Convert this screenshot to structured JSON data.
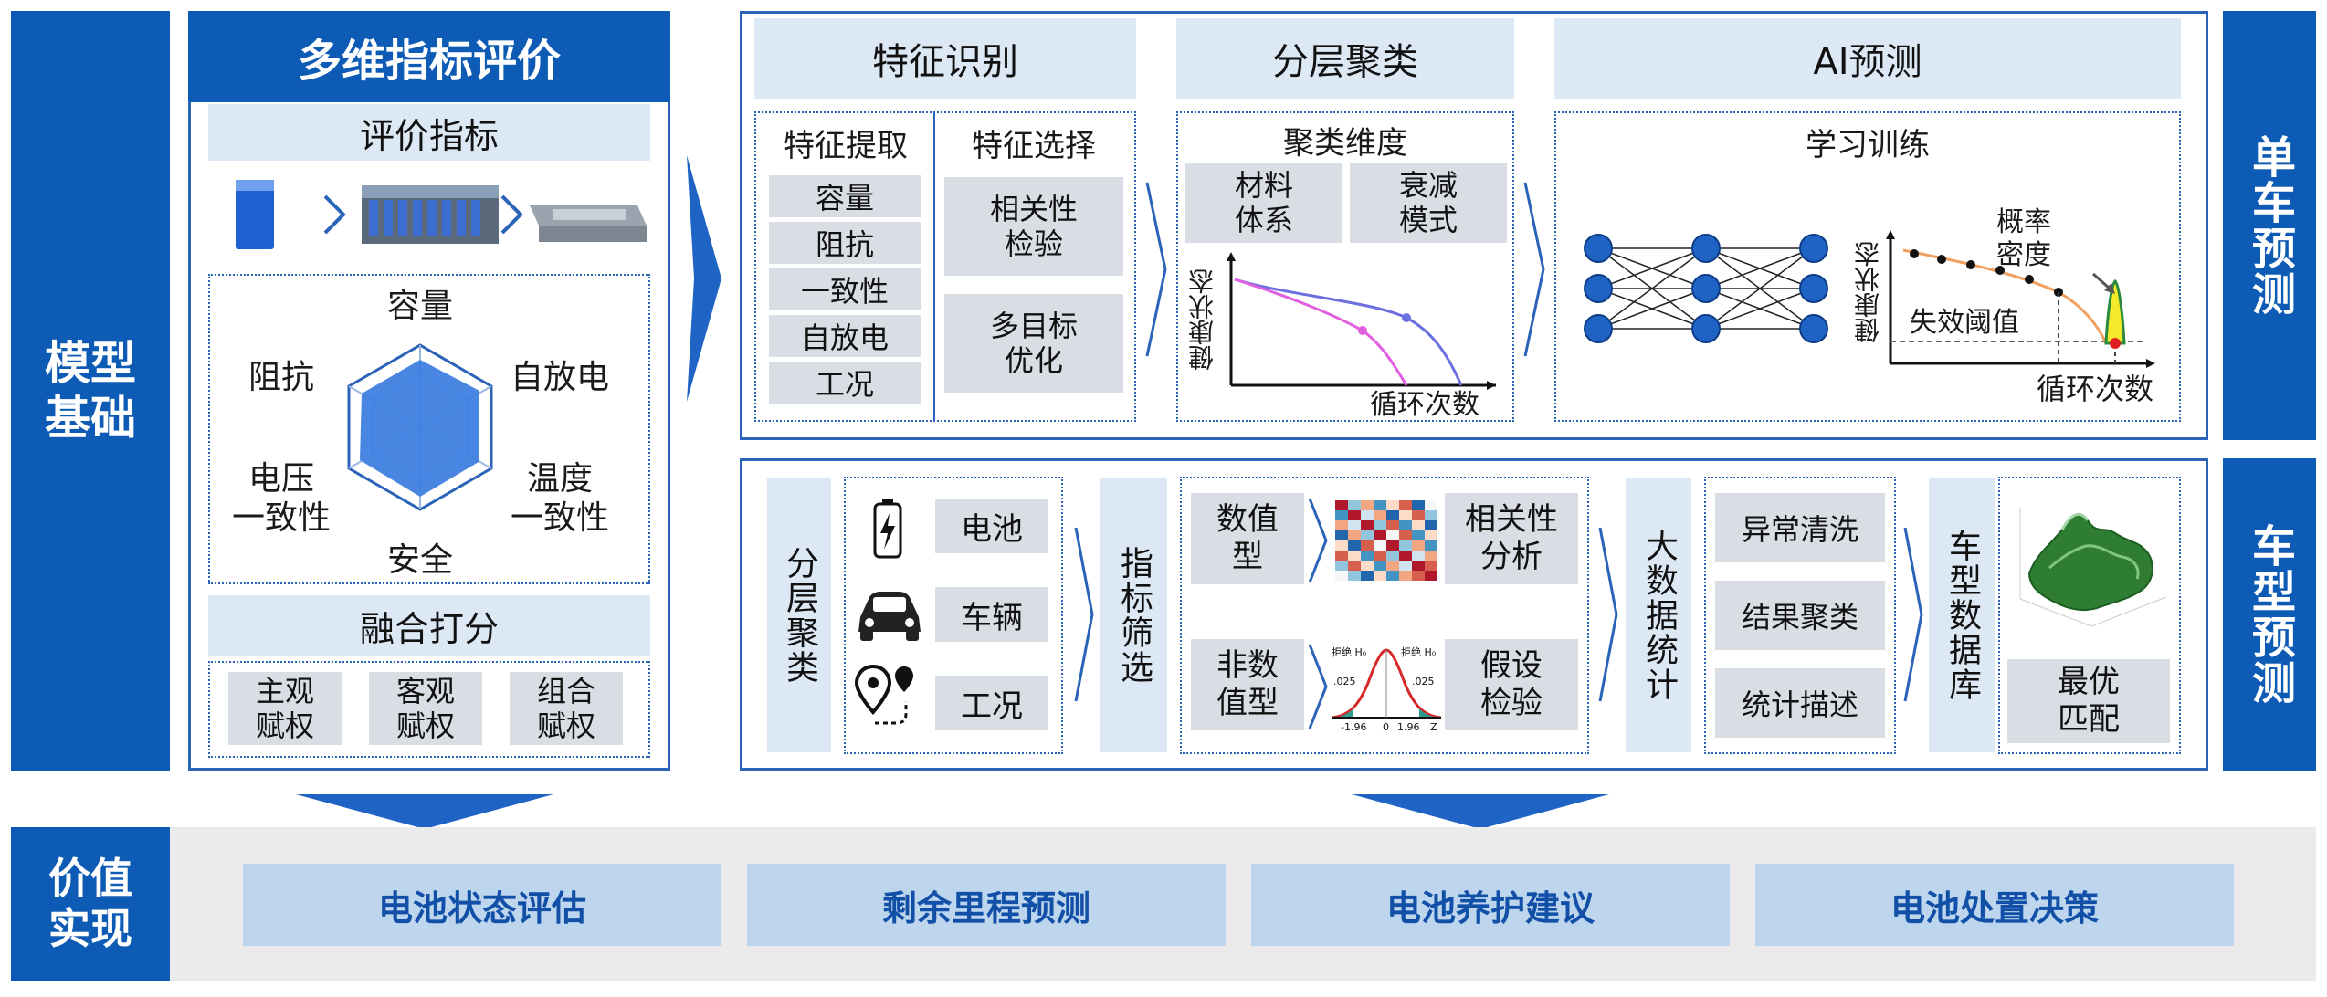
{
  "side_labels": {
    "model_basis": "模型\n基础",
    "single_vehicle": "单车预测",
    "vehicle_model": "车型预测",
    "value_realization": "价值\n实现"
  },
  "eval_panel": {
    "title": "多维指标评价",
    "indicators_header": "评价指标",
    "radar_labels": {
      "top": "容量",
      "left": "阻抗",
      "right": "自放电",
      "bottom_left": "电压\n一致性",
      "bottom_right": "温度\n一致性",
      "bottom": "安全"
    },
    "fusion_header": "融合打分",
    "weights": [
      "主观\n赋权",
      "客观\n赋权",
      "组合\n赋权"
    ]
  },
  "single_vehicle_panel": {
    "headers": [
      "特征识别",
      "分层聚类",
      "AI预测"
    ],
    "feature_extraction": {
      "title": "特征提取",
      "items": [
        "容量",
        "阻抗",
        "一致性",
        "自放电",
        "工况"
      ]
    },
    "feature_selection": {
      "title": "特征选择",
      "items": [
        "相关性\n检验",
        "多目标\n优化"
      ]
    },
    "clustering": {
      "title": "聚类维度",
      "dims": [
        "材料\n体系",
        "衰减\n模式"
      ],
      "ylabel": "健康状态",
      "xlabel": "循环次数"
    },
    "ai": {
      "title": "学习训练",
      "ylabel": "健康状态",
      "xlabel": "循环次数",
      "density_label": "概率\n密度",
      "threshold_label": "失效阈值"
    }
  },
  "vehicle_model_panel": {
    "layer_cluster": "分层聚类",
    "categories": [
      "电池",
      "车辆",
      "工况"
    ],
    "indicator_screen": "指标筛选",
    "types": [
      "数值\n型",
      "非数\n值型"
    ],
    "analyses": [
      "相关性\n分析",
      "假设\n检验"
    ],
    "bigdata": "大数据统计",
    "stats": [
      "异常清洗",
      "结果聚类",
      "统计描述"
    ],
    "database": "车型数据库",
    "optimal": "最优\n匹配",
    "dist_labels": {
      "h0_left": "拒绝 H₀",
      "h0_right": "拒绝 H₀",
      "p_left": ".025",
      "p_right": ".025",
      "t_neg": "-1.96",
      "t_zero": "0",
      "t_pos": "1.96",
      "t_z": "Z"
    }
  },
  "value_items": [
    "电池状态评估",
    "剩余里程预测",
    "电池养护建议",
    "电池处置决策"
  ],
  "colors": {
    "brand_blue": "#0d5bb5",
    "panel_border": "#2a63b8",
    "light_header": "#dde8f5",
    "gray_box": "#d9dde4",
    "value_box": "#bdd6ee",
    "radar_fill": "#3f7fe0"
  }
}
